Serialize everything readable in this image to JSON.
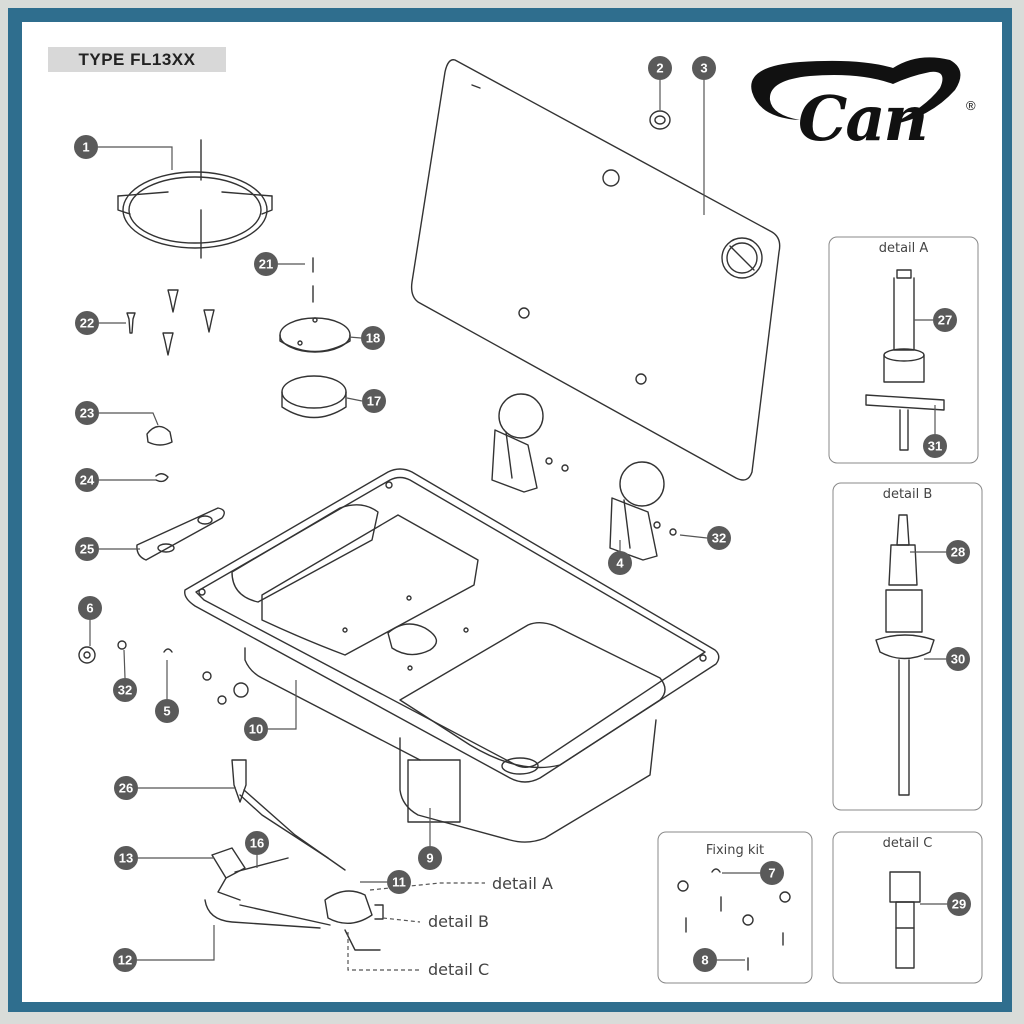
{
  "title": "TYPE FL13XX",
  "brand": {
    "name": "Can",
    "registered_mark": "®"
  },
  "callouts": [
    "1",
    "2",
    "3",
    "4",
    "5",
    "6",
    "7",
    "8",
    "9",
    "10",
    "11",
    "12",
    "13",
    "16",
    "17",
    "18",
    "21",
    "22",
    "23",
    "24",
    "25",
    "26",
    "27",
    "28",
    "29",
    "30",
    "31",
    "32",
    "32"
  ],
  "details": {
    "a": {
      "title": "detail A",
      "callouts": [
        "27",
        "31"
      ]
    },
    "b": {
      "title": "detail B",
      "callouts": [
        "28",
        "30"
      ]
    },
    "c": {
      "title": "detail C",
      "callouts": [
        "29"
      ]
    },
    "fixing_kit": {
      "title": "Fixing kit",
      "callouts": [
        "7",
        "8"
      ]
    }
  },
  "detail_refs": [
    "detail A",
    "detail B",
    "detail C"
  ],
  "colors": {
    "frame": "#2f6e8e",
    "callout": "#5a5a5a",
    "line": "#333333"
  }
}
